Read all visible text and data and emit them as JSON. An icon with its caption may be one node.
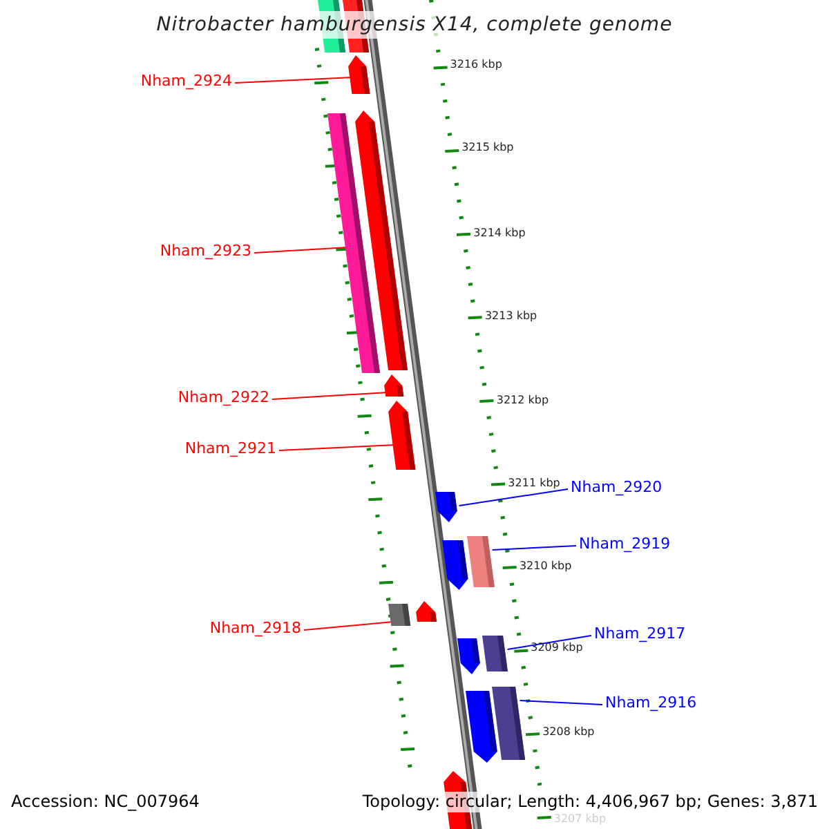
{
  "diagram": {
    "title": "Nitrobacter hamburgensis X14, complete genome",
    "nodes": [
      {
        "text": [
          "Nham_2924"
        ]
      },
      {
        "text": [
          "Nham_2923"
        ]
      },
      {
        "text": [
          "Nham_2922"
        ]
      },
      {
        "text": [
          "Nham_2921"
        ]
      },
      {
        "text": [
          "Nham_2920"
        ]
      },
      {
        "text": [
          "Nham_2919"
        ]
      },
      {
        "text": [
          "Nham_2918"
        ]
      },
      {
        "text": [
          "Nham_2917"
        ]
      },
      {
        "text": [
          "Nham_2916"
        ]
      },
      {
        "text": [],
        "shape": "bar"
      },
      {
        "text": [],
        "shape": "bar"
      },
      {
        "text": [],
        "shape": "arrow"
      },
      {
        "text": [],
        "shape": "bar"
      },
      {
        "text": [],
        "shape": "arrow"
      },
      {
        "text": [],
        "shape": "arrow"
      },
      {
        "text": [],
        "shape": "arrow"
      },
      {
        "text": [],
        "shape": "arrow"
      },
      {
        "text": [],
        "shape": "arrow"
      },
      {
        "text": [],
        "shape": "bar"
      },
      {
        "text": [],
        "shape": "bar"
      },
      {
        "text": [],
        "shape": "arrow"
      },
      {
        "text": [],
        "shape": "arrow"
      },
      {
        "text": [],
        "shape": "bar"
      },
      {
        "text": [],
        "shape": "arrow"
      },
      {
        "text": [],
        "shape": "bar"
      },
      {
        "text": [],
        "shape": "arrow"
      }
    ],
    "edges": [
      {
        "from": 0,
        "to": 11,
        "arrow": "none"
      },
      {
        "from": 1,
        "to": 12,
        "arrow": "none"
      },
      {
        "from": 2,
        "to": 14,
        "arrow": "none"
      },
      {
        "from": 3,
        "to": 15,
        "arrow": "none"
      },
      {
        "from": 4,
        "to": 16,
        "arrow": "none",
        "color": "#0000ff"
      },
      {
        "from": 5,
        "to": 18,
        "arrow": "none",
        "color": "#0000ff"
      },
      {
        "from": 6,
        "to": 19,
        "arrow": "none"
      },
      {
        "from": 7,
        "to": 22,
        "arrow": "none",
        "color": "#0000ff"
      },
      {
        "from": 8,
        "to": 24,
        "arrow": "none",
        "color": "#0000ff"
      }
    ],
    "labels": [
      "3216 kbp",
      "3215 kbp",
      "3214 kbp",
      "3213 kbp",
      "3212 kbp",
      "3211 kbp",
      "3210 kbp",
      "3209 kbp",
      "3208 kbp",
      "3207 kbp",
      "Accession: NC_007964",
      "Topology: circular; Length: 4,406,967 bp; Genes: 3,871"
    ]
  }
}
